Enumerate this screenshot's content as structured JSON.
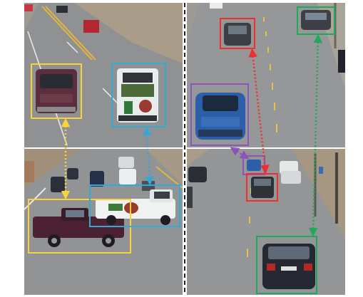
{
  "figure": {
    "panels": [
      {
        "id": "left-top",
        "scene": "intersection-approach"
      },
      {
        "id": "left-bottom",
        "scene": "intersection-crossing"
      },
      {
        "id": "right-top",
        "scene": "street-far"
      },
      {
        "id": "right-bottom",
        "scene": "street-near"
      }
    ],
    "match_pairs": [
      {
        "id": "maroon-suv-to-maroon-pickup",
        "color": "#f7d43a"
      },
      {
        "id": "white-pickup-to-white-pickup",
        "color": "#35a8d8"
      },
      {
        "id": "dark-sedan-to-dark-sedan",
        "color": "#ee2f2f"
      },
      {
        "id": "blue-hatchback-to-blue-hatchback",
        "color": "#8b54b8"
      },
      {
        "id": "gray-sedan-to-black-sedan",
        "color": "#22a85a"
      }
    ],
    "divider": {
      "style": "dashed",
      "color": "#222222"
    },
    "colors": {
      "yellow": "#f7d43a",
      "cyan": "#35a8d8",
      "red": "#ee2f2f",
      "purple": "#8b54b8",
      "green": "#22a85a",
      "road": "#8e9091",
      "grass": "#a79a88"
    }
  }
}
